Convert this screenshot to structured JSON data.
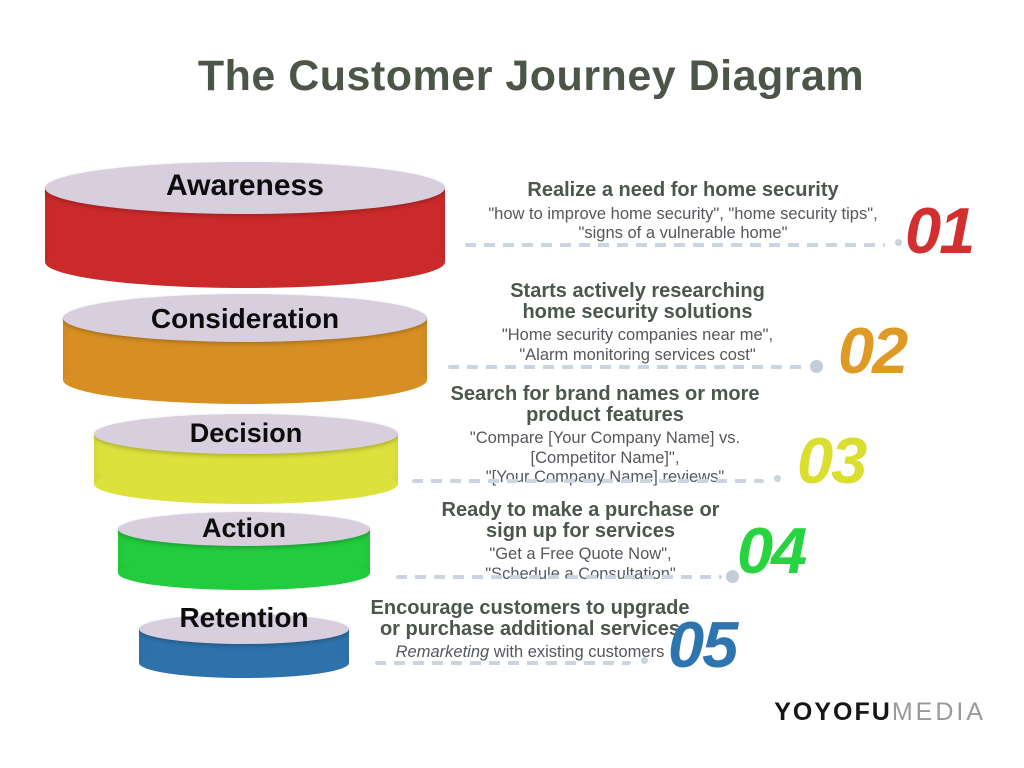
{
  "title": "The Customer Journey Diagram",
  "colors": {
    "ellipse_top": "#d7cfde",
    "dash_line": "#ccd5df"
  },
  "stages": [
    {
      "label": "Awareness",
      "number": "01",
      "disk_color": "#cb2a2a",
      "number_color": "#d23030",
      "heading": [
        "Realize a need for home security"
      ],
      "details": [
        "\"how to improve home security\", \"home security tips\",",
        "\"signs of a vulnerable home\""
      ]
    },
    {
      "label": "Consideration",
      "number": "02",
      "disk_color": "#d78f23",
      "number_color": "#df9a26",
      "heading": [
        "Starts actively researching",
        "home security solutions"
      ],
      "details": [
        "\"Home security companies near me\",",
        "\"Alarm monitoring services cost\""
      ]
    },
    {
      "label": "Decision",
      "number": "03",
      "disk_color": "#dde13c",
      "number_color": "#d9de2f",
      "heading": [
        "Search for brand names or more",
        "product features"
      ],
      "details": [
        "\"Compare [Your Company Name] vs.",
        "[Competitor Name]\",",
        "\"[Your Company Name] reviews\""
      ]
    },
    {
      "label": "Action",
      "number": "04",
      "disk_color": "#22cc3e",
      "number_color": "#27d33f",
      "heading": [
        "Ready to make a purchase or",
        "sign up for services"
      ],
      "details": [
        "\"Get a Free Quote Now\",",
        "\"Schedule a Consultation\""
      ]
    },
    {
      "label": "Retention",
      "number": "05",
      "disk_color": "#2e72ab",
      "number_color": "#2e75b0",
      "heading": [
        "Encourage customers to upgrade",
        "or purchase additional services"
      ],
      "detail_italic": "Remarketing",
      "detail_rest": " with existing customers"
    }
  ],
  "logo": {
    "bold": "YOYOFU",
    "light": "MEDIA"
  }
}
